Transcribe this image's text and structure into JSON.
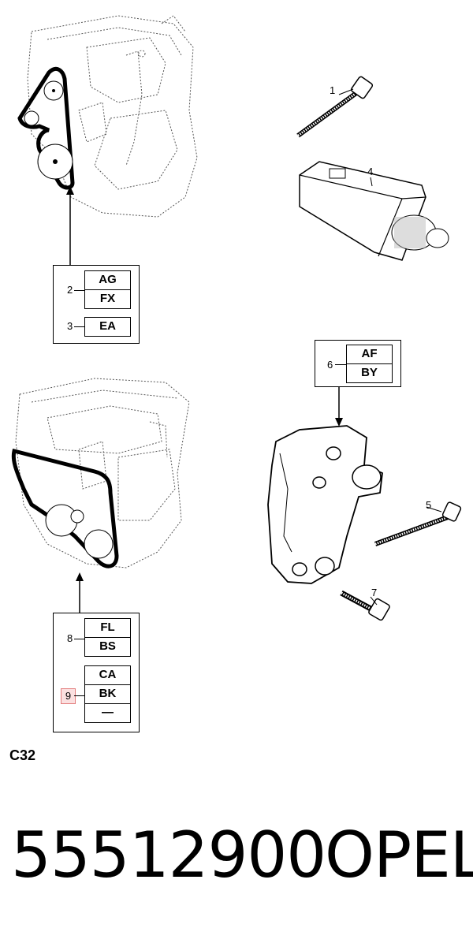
{
  "diagram": {
    "code": "C32",
    "part_number": "55512900",
    "brand": "OPEL"
  },
  "callout_top": {
    "items": [
      {
        "num": "2",
        "codes": [
          "AG",
          "FX"
        ]
      },
      {
        "num": "3",
        "codes": [
          "EA"
        ]
      }
    ]
  },
  "callout_right": {
    "items": [
      {
        "num": "6",
        "codes": [
          "AF",
          "BY"
        ]
      }
    ]
  },
  "callout_bottom": {
    "items": [
      {
        "num": "8",
        "codes": [
          "FL",
          "BS"
        ]
      },
      {
        "num": "9",
        "codes": [
          "CA",
          "BK",
          "—"
        ],
        "highlighted": true
      }
    ]
  },
  "part_labels": {
    "bolt_long": "1",
    "tensioner_box": "4",
    "bolt_stud": "5",
    "bolt_short": "7"
  }
}
